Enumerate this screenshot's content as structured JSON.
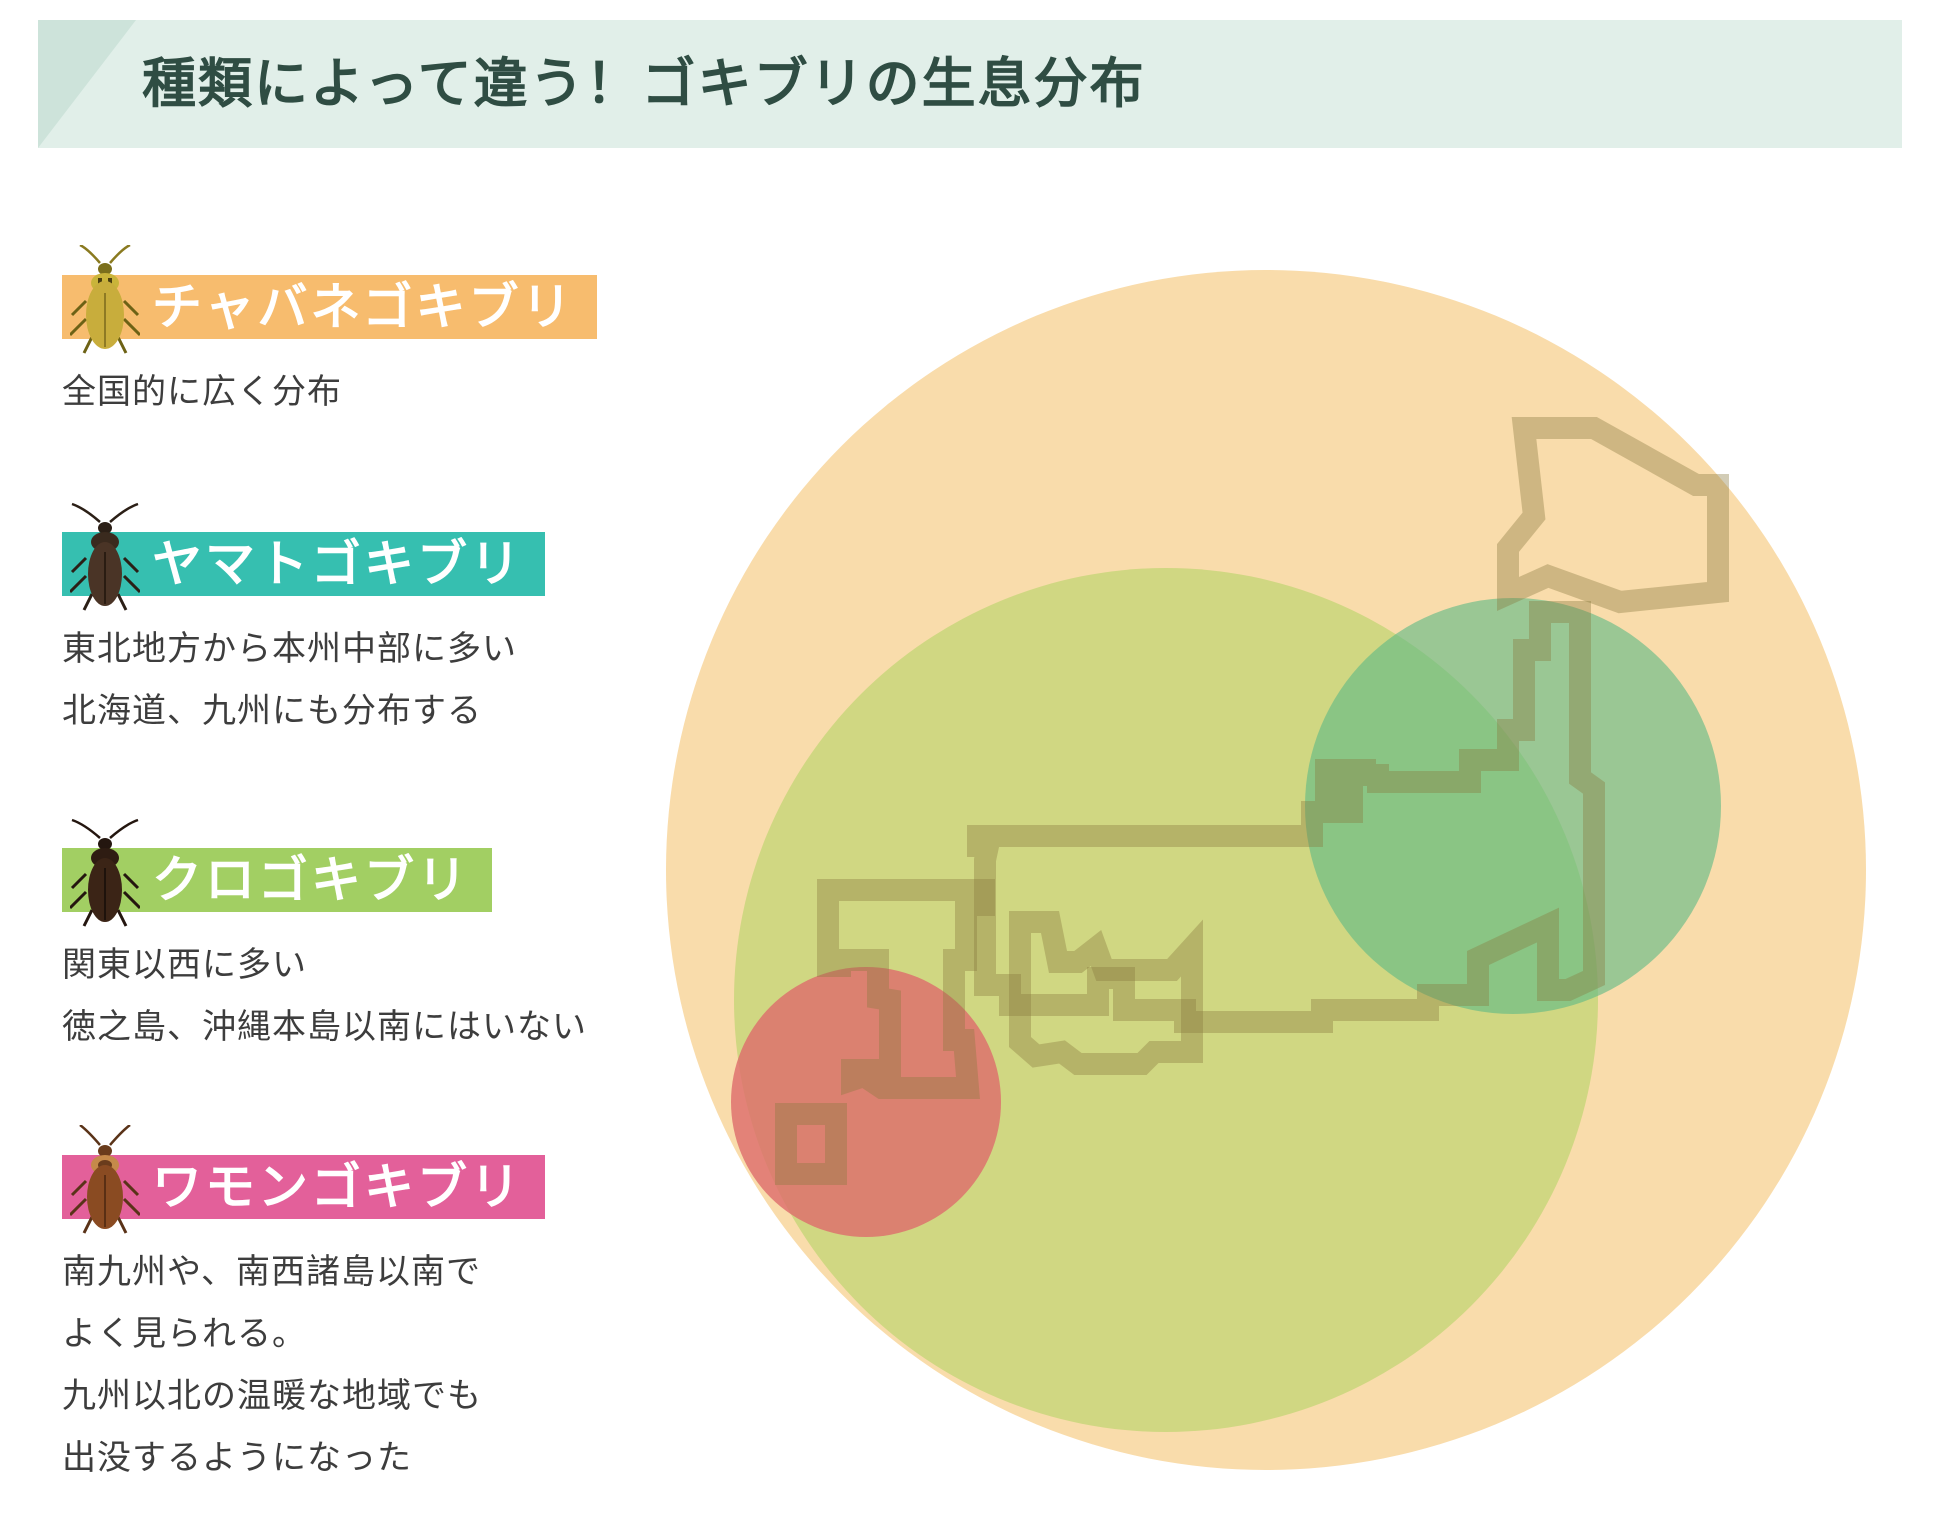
{
  "title": "種類によって違う！ゴキブリの生息分布",
  "colors": {
    "banner_bg": "#e1efe9",
    "banner_slash": "#cde3da",
    "title_text": "#2f4d43",
    "chabane": "#f7bc6e",
    "yamato": "#36bfb0",
    "kuro": "#a2cf63",
    "wamon": "#e3609a"
  },
  "species": [
    {
      "key": "chabane",
      "name": "チャバネゴキブリ",
      "icon": "german-cockroach-icon",
      "description": [
        "全国的に広く分布"
      ]
    },
    {
      "key": "yamato",
      "name": "ヤマトゴキブリ",
      "icon": "japanese-cockroach-icon",
      "description": [
        "東北地方から本州中部に多い",
        "北海道、九州にも分布する"
      ]
    },
    {
      "key": "kuro",
      "name": "クロゴキブリ",
      "icon": "smokybrown-cockroach-icon",
      "description": [
        "関東以西に多い",
        "徳之島、沖縄本島以南にはいない"
      ]
    },
    {
      "key": "wamon",
      "name": "ワモンゴキブリ",
      "icon": "american-cockroach-icon",
      "description": [
        "南九州や、南西諸島以南で",
        "よく見られる。",
        "九州以北の温暖な地域でも",
        "出没するようになった"
      ]
    }
  ]
}
